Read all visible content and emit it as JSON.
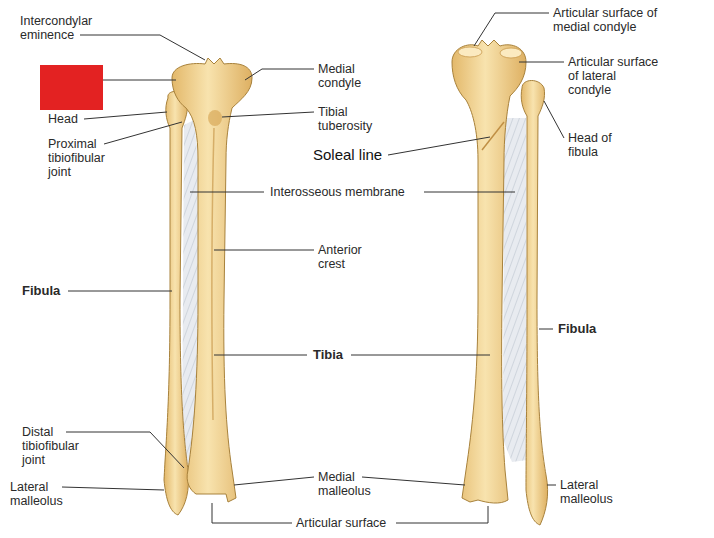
{
  "diagram": {
    "labels": [
      "Intercondylar eminence",
      "Head",
      "Proximal tibiofibular joint",
      "Medial condyle",
      "Tibial tuberosity",
      "Soleal line",
      "Interosseous membrane",
      "Anterior crest",
      "Fibula",
      "Tibia",
      "Distal tibiofibular joint",
      "Lateral malleolus",
      "Medial malleolus",
      "Articular surface",
      "Articular surface of medial condyle",
      "Articular surface of lateral condyle",
      "Head of fibula",
      "Fibula",
      "Lateral malleolus"
    ]
  }
}
